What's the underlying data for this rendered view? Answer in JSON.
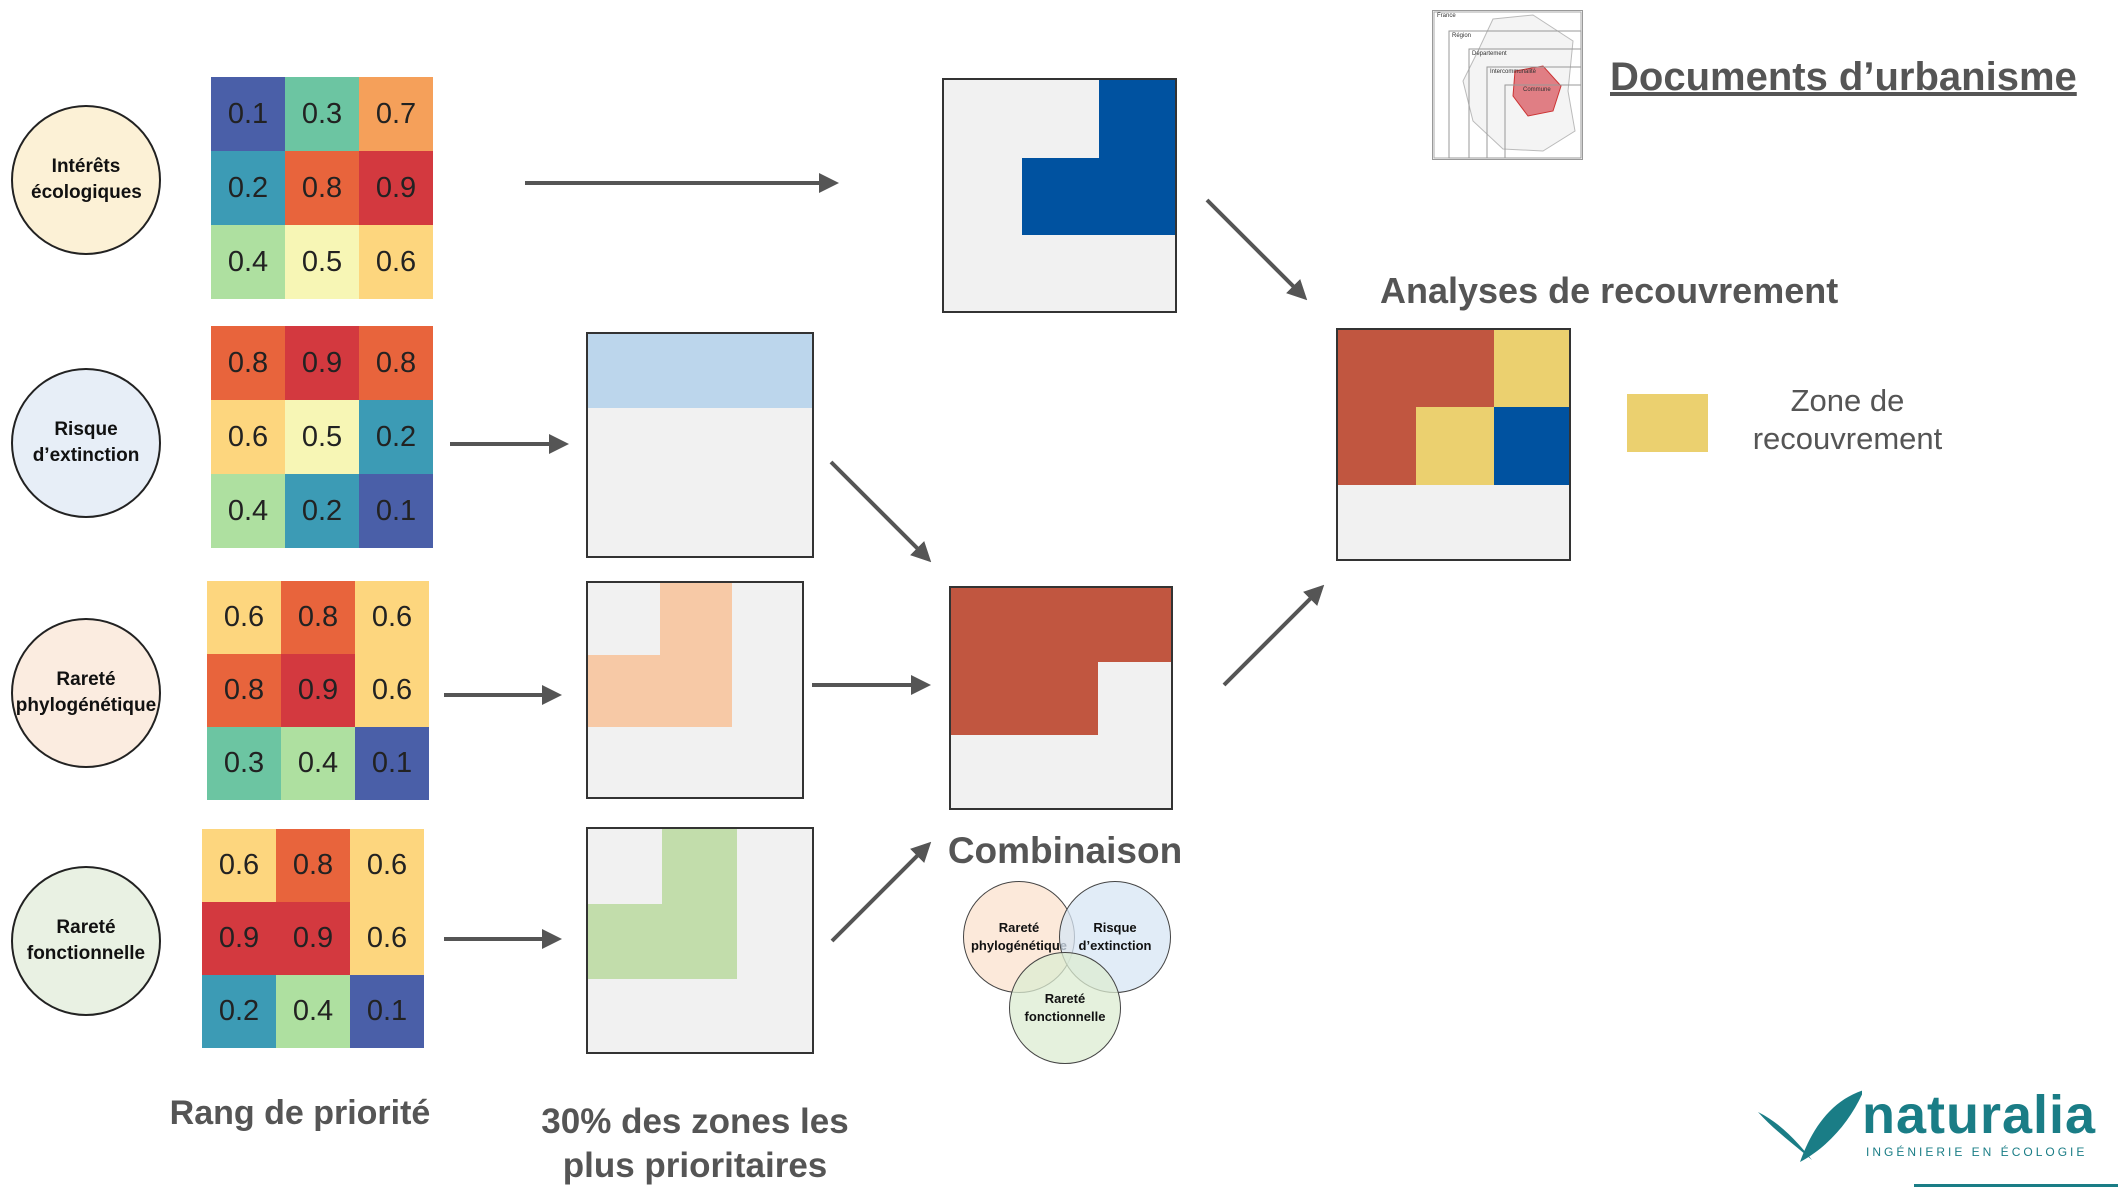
{
  "criteria": [
    {
      "label": "Intérêts écologiques",
      "values": [
        "0.1",
        "0.3",
        "0.7",
        "0.2",
        "0.8",
        "0.9",
        "0.4",
        "0.5",
        "0.6"
      ],
      "colors": [
        "#4a5fa8",
        "#6cc5a2",
        "#f5a05a",
        "#3c9bb5",
        "#e8643c",
        "#d3393f",
        "#aee0a0",
        "#f7f6b5",
        "#fdd67e"
      ]
    },
    {
      "label": "Risque d’extinction",
      "values": [
        "0.8",
        "0.9",
        "0.8",
        "0.6",
        "0.5",
        "0.2",
        "0.4",
        "0.2",
        "0.1"
      ],
      "colors": [
        "#e8643c",
        "#d3393f",
        "#e8643c",
        "#fdd67e",
        "#f7f6b5",
        "#3c9bb5",
        "#aee0a0",
        "#3c9bb5",
        "#4a5fa8"
      ]
    },
    {
      "label": "Rareté phylogénétique",
      "values": [
        "0.6",
        "0.8",
        "0.6",
        "0.8",
        "0.9",
        "0.6",
        "0.3",
        "0.4",
        "0.1"
      ],
      "colors": [
        "#fdd67e",
        "#e8643c",
        "#fdd67e",
        "#e8643c",
        "#d3393f",
        "#fdd67e",
        "#6cc5a2",
        "#aee0a0",
        "#4a5fa8"
      ]
    },
    {
      "label": "Rareté fonctionnelle",
      "values": [
        "0.6",
        "0.8",
        "0.6",
        "0.9",
        "0.9",
        "0.6",
        "0.2",
        "0.4",
        "0.1"
      ],
      "colors": [
        "#fdd67e",
        "#e8643c",
        "#fdd67e",
        "#d3393f",
        "#d3393f",
        "#fdd67e",
        "#3c9bb5",
        "#aee0a0",
        "#4a5fa8"
      ]
    }
  ],
  "labels": {
    "rang": "Rang de priorité",
    "zones_line1": "30% des zones les",
    "zones_line2": "plus prioritaires",
    "combinaison": "Combinaison",
    "analyses": "Analyses de recouvrement",
    "documents": "Documents d’urbanisme",
    "legend_line1": "Zone de",
    "legend_line2": "recouvrement"
  },
  "venn": {
    "phylo_1": "Rareté",
    "phylo_2": "phylogénétique",
    "risque_1": "Risque",
    "risque_2": "d’extinction",
    "fonct_1": "Rareté",
    "fonct_2": "fonctionnelle"
  },
  "map_labels": [
    "France",
    "Région",
    "Département",
    "Intercommunalité",
    "Commune"
  ],
  "logo": {
    "name": "naturalia",
    "tagline": "INGÉNIERIE EN ÉCOLOGIE"
  },
  "colors": {
    "dark_blue": "#0052a0",
    "light_blue": "#bcd6ec",
    "peach": "#f7c9a6",
    "light_green": "#c2ddab",
    "brick": "#c15640",
    "overlap_yellow": "#ebd06f",
    "box_grey": "#f1f1f1",
    "circle_1": "#fcf1d6",
    "circle_2": "#e7eef7",
    "circle_3": "#fbece0",
    "circle_4": "#e9f1e3",
    "logo_teal": "#1a7d86"
  }
}
